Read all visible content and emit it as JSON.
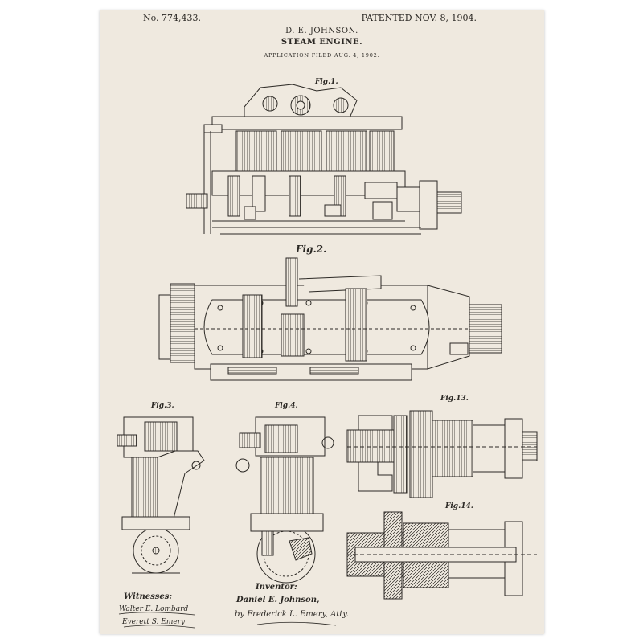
{
  "header": {
    "patent_number": "No. 774,433.",
    "patented_date": "PATENTED NOV. 8, 1904.",
    "inventor_name": "D. E. JOHNSON.",
    "title": "STEAM ENGINE.",
    "application_filed": "APPLICATION FILED AUG. 4, 1902."
  },
  "figures": {
    "fig1": "Fig.1.",
    "fig2": "Fig.2.",
    "fig3": "Fig.3.",
    "fig4": "Fig.4.",
    "fig13": "Fig.13.",
    "fig14": "Fig.14."
  },
  "signatures": {
    "witnesses_label": "Witnesses:",
    "witness_1": "Walter E. Lombard",
    "witness_2": "Everett S. Emery",
    "inventor_label": "Inventor:",
    "inventor": "Daniel E. Johnson,",
    "attorney": "by Frederick L. Emery, Atty."
  },
  "colors": {
    "paper": "#efe9df",
    "ink": "#2b2824",
    "background": "#ffffff"
  }
}
